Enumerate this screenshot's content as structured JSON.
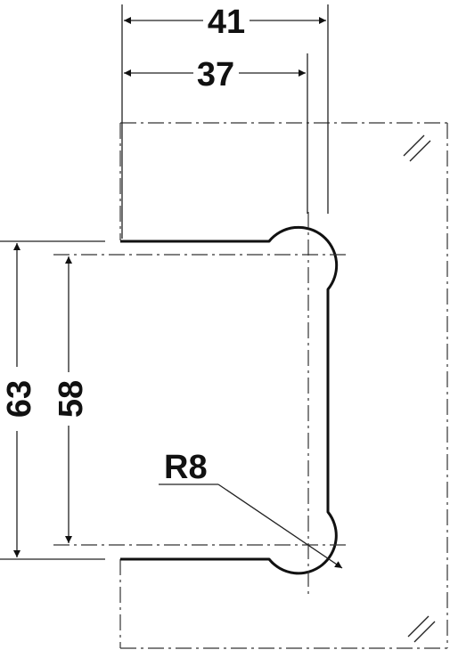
{
  "dimensions": {
    "width_outer": "41",
    "width_inner": "37",
    "height_outer": "63",
    "height_inner": "58",
    "radius": "R8"
  },
  "colors": {
    "line": "#111111",
    "background": "#ffffff"
  }
}
